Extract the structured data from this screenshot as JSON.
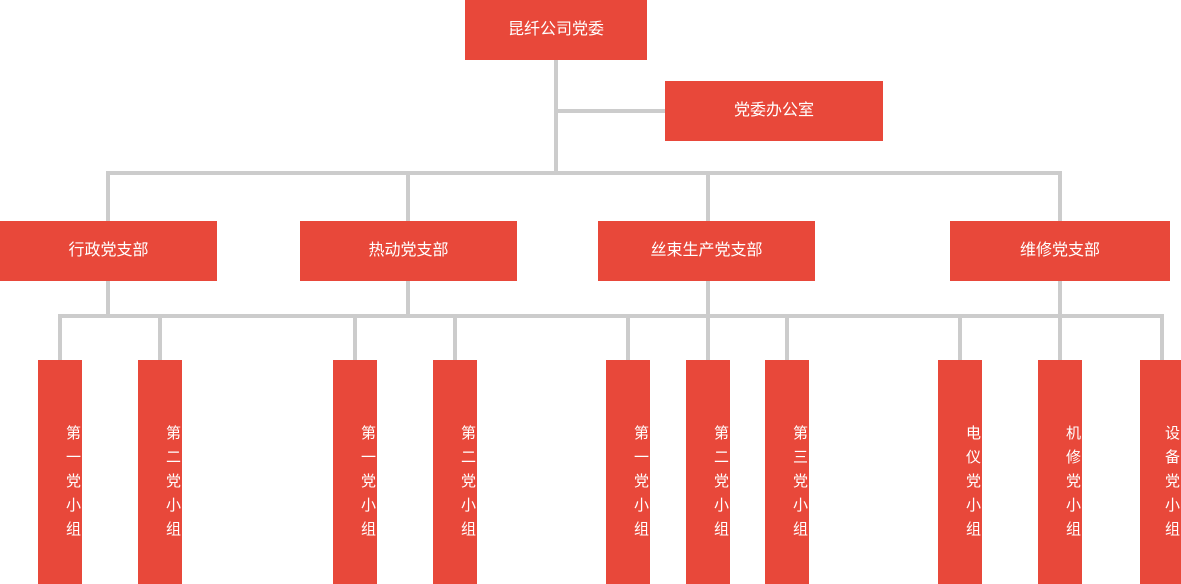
{
  "theme": {
    "node_color": "#e8483a",
    "node_text_color": "#ffffff",
    "connector_color": "#cccccc",
    "background": "#ffffff"
  },
  "org_chart": {
    "root": {
      "label": "昆纤公司党委"
    },
    "aux": {
      "label": "党委办公室"
    },
    "departments": [
      {
        "label": "行政党支部"
      },
      {
        "label": "热动党支部"
      },
      {
        "label": "丝束生产党支部"
      },
      {
        "label": "维修党支部"
      }
    ],
    "groups": [
      {
        "label": "第一党小组"
      },
      {
        "label": "第二党小组"
      },
      {
        "label": "第一党小组"
      },
      {
        "label": "第二党小组"
      },
      {
        "label": "第一党小组"
      },
      {
        "label": "第二党小组"
      },
      {
        "label": "第三党小组"
      },
      {
        "label": "电仪党小组"
      },
      {
        "label": "机修党小组"
      },
      {
        "label": "设备党小组"
      }
    ]
  }
}
